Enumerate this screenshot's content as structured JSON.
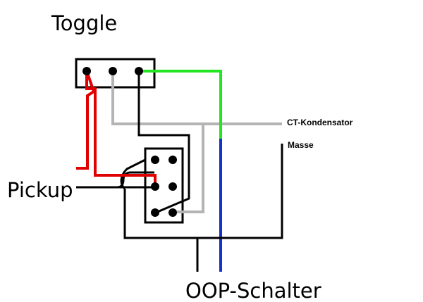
{
  "labels": {
    "toggle": "Toggle",
    "pickup": "Pickup",
    "ct_kondensator": "CT-Kondensator",
    "masse": "Masse",
    "oop_schalter": "OOP-Schalter"
  },
  "colors": {
    "black": "#000000",
    "red": "#e00000",
    "gray": "#b4b4b4",
    "green": "#22e622",
    "blue": "#1432c8"
  }
}
